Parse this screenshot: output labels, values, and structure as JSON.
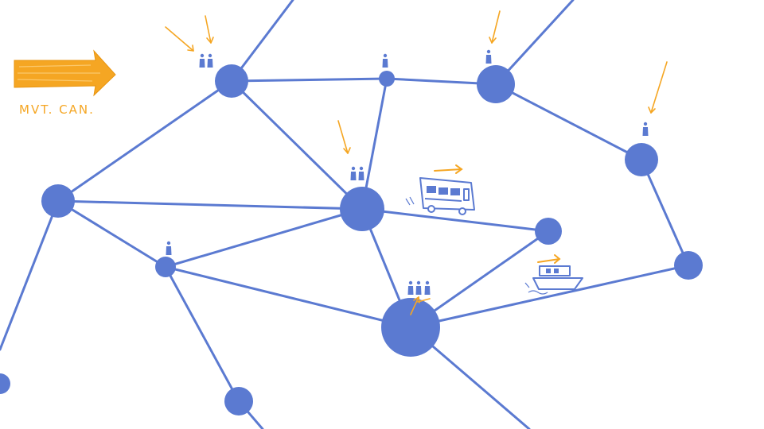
{
  "colors": {
    "node": "#5b7ad1",
    "edge": "#5b7ad1",
    "accent": "#f5a623",
    "background": "#ffffff"
  },
  "legend": {
    "arrow_label": "MVT. CAN.",
    "arrow_icon": "orange-arrow-icon"
  },
  "nodes": [
    {
      "id": "n1",
      "people": 2,
      "size": "large"
    },
    {
      "id": "n2",
      "people": 1,
      "size": "small"
    },
    {
      "id": "n3",
      "people": 1,
      "size": "large"
    },
    {
      "id": "n4",
      "people": 1,
      "size": "medium"
    },
    {
      "id": "n5",
      "people": 0,
      "size": "large"
    },
    {
      "id": "n6",
      "people": 2,
      "size": "xlarge"
    },
    {
      "id": "n7",
      "people": 1,
      "size": "small"
    },
    {
      "id": "n8",
      "people": 0,
      "size": "medium"
    },
    {
      "id": "n9",
      "people": 0,
      "size": "medium"
    },
    {
      "id": "n10",
      "people": 3,
      "size": "xxlarge"
    },
    {
      "id": "n11",
      "people": 0,
      "size": "medium"
    },
    {
      "id": "n12",
      "people": 0,
      "size": "medium"
    }
  ],
  "vehicles": [
    {
      "type": "bus",
      "icon": "bus-icon"
    },
    {
      "type": "boat",
      "icon": "boat-icon"
    }
  ]
}
